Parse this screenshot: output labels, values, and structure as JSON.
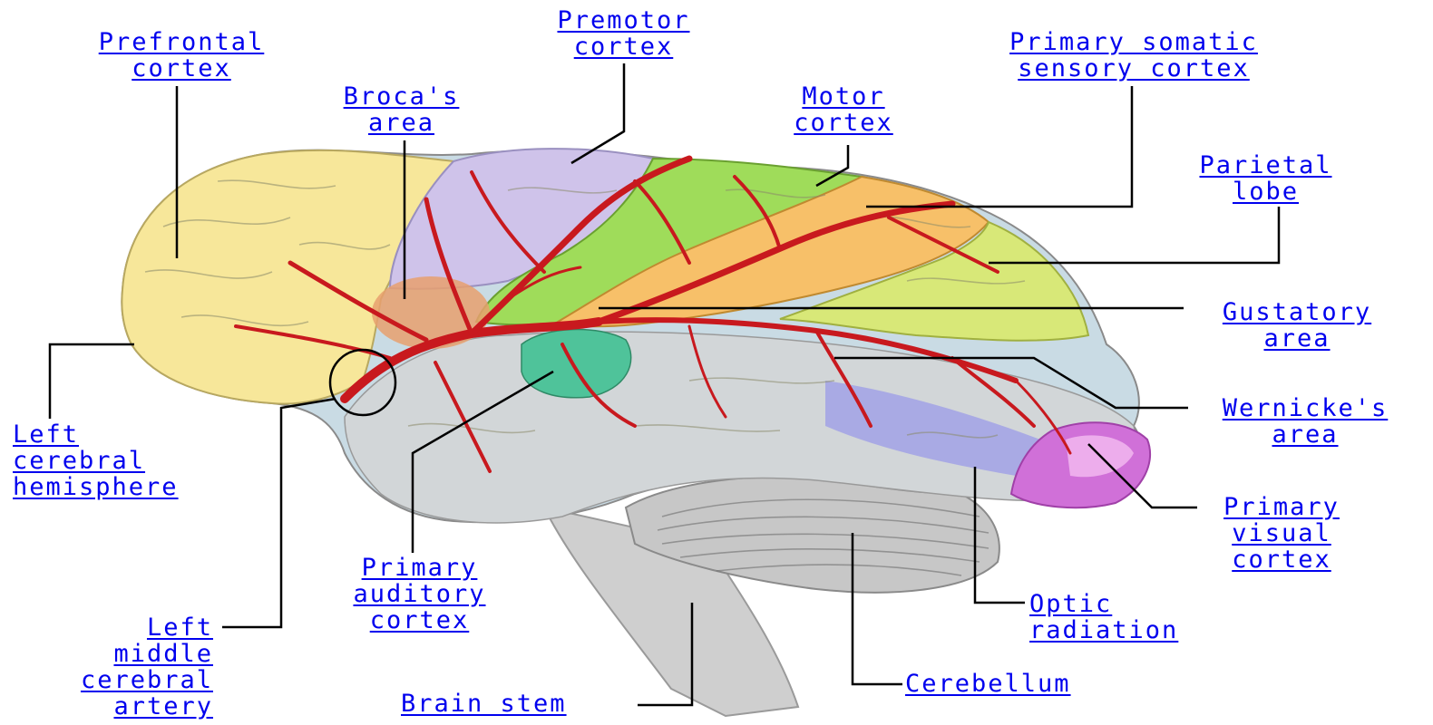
{
  "labels": {
    "prefrontal_cortex": [
      "Prefrontal",
      "cortex"
    ],
    "premotor_cortex": [
      "Premotor",
      "cortex"
    ],
    "primary_somatic_sensory_cortex": [
      "Primary somatic",
      "sensory cortex"
    ],
    "brocas_area": [
      "Broca's",
      "area"
    ],
    "motor_cortex": [
      "Motor",
      "cortex"
    ],
    "parietal_lobe": [
      "Parietal",
      "lobe"
    ],
    "gustatory_area": [
      "Gustatory",
      "area"
    ],
    "wernickes_area": [
      "Wernicke's",
      "area"
    ],
    "left_cerebral_hemisphere": [
      "Left",
      "cerebral",
      "hemisphere"
    ],
    "primary_visual_cortex": [
      "Primary",
      "visual",
      "cortex"
    ],
    "primary_auditory_cortex": [
      "Primary",
      "auditory",
      "cortex"
    ],
    "optic_radiation": [
      "Optic",
      "radiation"
    ],
    "left_middle_cerebral_artery": [
      "Left",
      "middle",
      "cerebral",
      "artery"
    ],
    "cerebellum": [
      "Cerebellum"
    ],
    "brain_stem": [
      "Brain stem"
    ]
  },
  "colors": {
    "link": "#0000ee",
    "prefrontal": "#f7e79a",
    "premotor": "#cfc3ea",
    "motor": "#9fdc5a",
    "somatic_sensory": "#f7c069",
    "parietal": "#d8e878",
    "temporal": "#c9dbe4",
    "auditory": "#4fc39a",
    "brocas": "#e8a06e",
    "visual": "#d070d8",
    "optic_radiation": "#a2a2e6",
    "cerebellum": "#c7c7c7",
    "brain_stem": "#cfcfcf",
    "artery": "#c8191e"
  }
}
